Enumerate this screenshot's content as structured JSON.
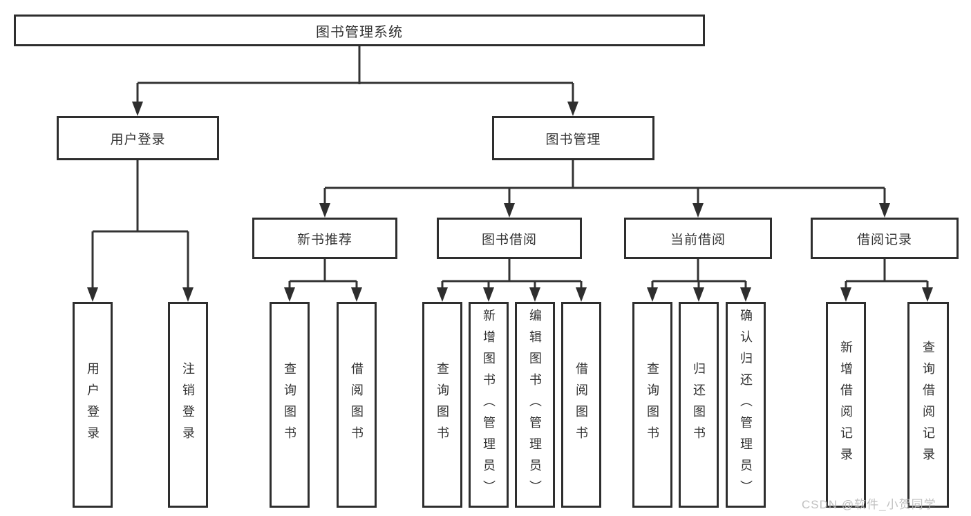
{
  "tree": {
    "label": "图书管理系统",
    "children": [
      {
        "label": "用户登录",
        "children": [
          {
            "label": "用户登录"
          },
          {
            "label": "注销登录"
          }
        ]
      },
      {
        "label": "图书管理",
        "children": [
          {
            "label": "新书推荐",
            "children": [
              {
                "label": "查询图书"
              },
              {
                "label": "借阅图书"
              }
            ]
          },
          {
            "label": "图书借阅",
            "children": [
              {
                "label": "查询图书"
              },
              {
                "label": "新增图书（管理员）"
              },
              {
                "label": "编辑图书（管理员）"
              },
              {
                "label": "借阅图书"
              }
            ]
          },
          {
            "label": "当前借阅",
            "children": [
              {
                "label": "查询图书"
              },
              {
                "label": "归还图书"
              },
              {
                "label": "确认归还（管理员）"
              }
            ]
          },
          {
            "label": "借阅记录",
            "children": [
              {
                "label": "新增借阅记录"
              },
              {
                "label": "查询借阅记录"
              }
            ]
          }
        ]
      }
    ]
  },
  "watermark": {
    "text": "CSDN @软件_小贺同学"
  },
  "colors": {
    "line": "#333333",
    "border": "#2e2e2e",
    "text": "#333333",
    "watermark": "#b9b9b9"
  }
}
